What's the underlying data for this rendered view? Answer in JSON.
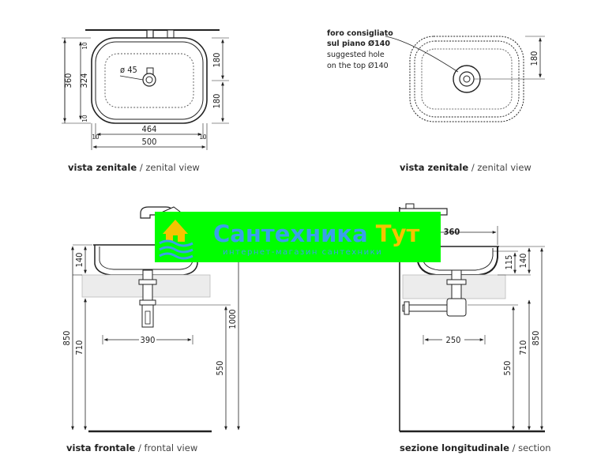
{
  "captions": {
    "top_left_it": "vista zenitale",
    "top_left_en": "/ zenital view",
    "top_right_it": "vista zenitale",
    "top_right_en": "/ zenital view",
    "bottom_left_it": "vista frontale",
    "bottom_left_en": "/ frontal view",
    "bottom_right_it": "sezione longitudinale",
    "bottom_right_en": "/ section"
  },
  "top_left": {
    "dim_total_height": "360",
    "dim_inner_height": "324",
    "dim_margin_top": "10",
    "dim_margin_bottom": "10",
    "dim_half_top": "180",
    "dim_half_bottom": "180",
    "dim_inner_width": "464",
    "dim_total_width": "500",
    "dim_margin_left": "10",
    "dim_margin_right": "10",
    "drain_label": "ø 45"
  },
  "top_right": {
    "note_line1": "foro consigliato",
    "note_line2": "sul piano Ø140",
    "note_line3": "suggested hole",
    "note_line4": "on the top Ø140",
    "dim_half": "180"
  },
  "bottom_left": {
    "dim_basin_height": "140",
    "dim_top_height": "850",
    "dim_counter_height": "710",
    "dim_tap_height": "1000",
    "dim_floor_to_trap": "550",
    "dim_fixing": "390"
  },
  "bottom_right": {
    "dim_top_width": "360",
    "dim_basin_height": "140",
    "dim_basin_inner": "115",
    "dim_total_height": "850",
    "dim_counter_height": "710",
    "dim_floor_to_trap": "550",
    "dim_fixing": "250"
  },
  "watermark": {
    "title_part1": "Сантехника ",
    "title_part2": "Тут",
    "subtitle": "интернет-магазин сантехники",
    "brand_color": "#00ff00",
    "accent_color": "#f5c400"
  }
}
